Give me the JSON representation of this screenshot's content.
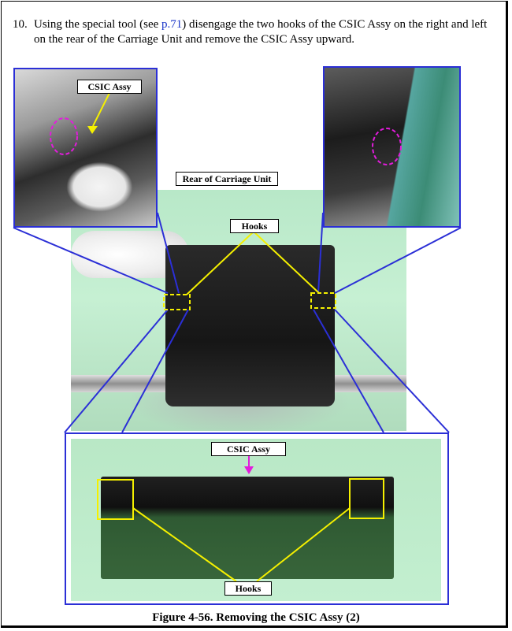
{
  "step": {
    "number": "10.",
    "text_before_link": "Using the special tool (see ",
    "link_text": "p.71",
    "text_after_link": ") disengage the two hooks of the CSIC Assy on the right and left on the rear of the Carriage Unit and remove the CSIC Assy upward."
  },
  "labels": {
    "csic_top": "CSIC Assy",
    "rear_carriage": "Rear of Carriage Unit",
    "hooks_top": "Hooks",
    "csic_bottom": "CSIC Assy",
    "hooks_bottom": "Hooks"
  },
  "caption": "Figure 4-56. Removing the CSIC Assy (2)",
  "colors": {
    "frame_blue": "#2b2fd6",
    "callout_yellow": "#f5f000",
    "marker_magenta": "#e21cdc",
    "link_blue": "#1a35c8"
  }
}
